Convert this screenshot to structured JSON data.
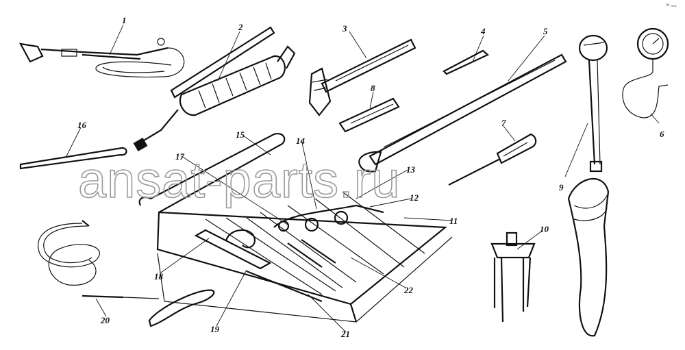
{
  "corner_mark": "ᵒᵉ ₙₙₙ",
  "watermark": "ansat-parts.ru",
  "callouts": [
    {
      "id": "1",
      "label": "1",
      "name": "tire-pressure-hose"
    },
    {
      "id": "2",
      "label": "2",
      "name": "grease-gun"
    },
    {
      "id": "3",
      "label": "3",
      "name": "hammer"
    },
    {
      "id": "4",
      "label": "4",
      "name": "pin-punch"
    },
    {
      "id": "5",
      "label": "5",
      "name": "wheel-nut-wrench-bar"
    },
    {
      "id": "6",
      "label": "6",
      "name": "tire-pressure-gauge"
    },
    {
      "id": "7",
      "label": "7",
      "name": "screwdriver"
    },
    {
      "id": "8",
      "label": "8",
      "name": "chisel"
    },
    {
      "id": "9",
      "label": "9",
      "name": "pump-with-bag"
    },
    {
      "id": "10",
      "label": "10",
      "name": "puller"
    },
    {
      "id": "11",
      "label": "11",
      "name": "tool-roll"
    },
    {
      "id": "12",
      "label": "12",
      "name": "spanner-set"
    },
    {
      "id": "13",
      "label": "13",
      "name": "box-wrench"
    },
    {
      "id": "14",
      "label": "14",
      "name": "socket-wrench"
    },
    {
      "id": "15",
      "label": "15",
      "name": "tool-bag-flap"
    },
    {
      "id": "16",
      "label": "16",
      "name": "tire-lever"
    },
    {
      "id": "17",
      "label": "17",
      "name": "pliers"
    },
    {
      "id": "18",
      "label": "18",
      "name": "adjustable-wrench"
    },
    {
      "id": "19",
      "label": "19",
      "name": "wrench"
    },
    {
      "id": "20",
      "label": "20",
      "name": "inspection-lamp-cable"
    },
    {
      "id": "21",
      "label": "21",
      "name": "spark-plug-wrench"
    },
    {
      "id": "22",
      "label": "22",
      "name": "tommy-bar"
    }
  ]
}
